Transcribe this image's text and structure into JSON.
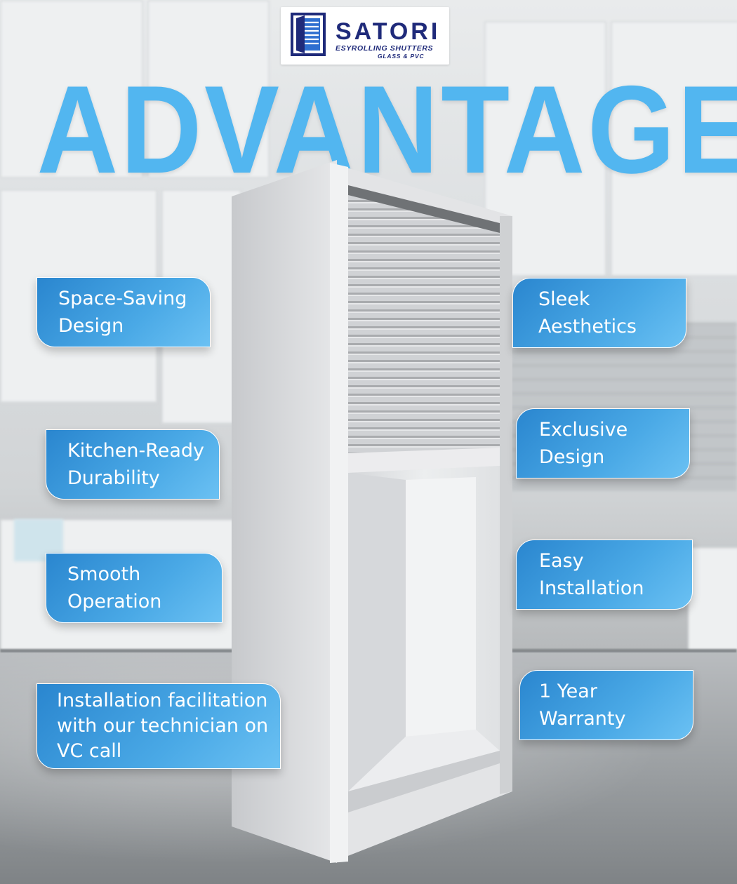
{
  "logo": {
    "name": "SATORI",
    "tagline": "ESYROLLING SHUTTERS",
    "sub": "GLASS & PVC",
    "icon": "shutter-logo-icon"
  },
  "headline": "ADVANTAGES",
  "features_left": [
    {
      "label": "Space-Saving\nDesign"
    },
    {
      "label": "Kitchen-Ready\nDurability"
    },
    {
      "label": "Smooth\nOperation"
    },
    {
      "label": "Installation facilitation\nwith our technician on\nVC call"
    }
  ],
  "features_right": [
    {
      "label": "Sleek\nAesthetics"
    },
    {
      "label": "Exclusive\nDesign"
    },
    {
      "label": "Easy\nInstallation"
    },
    {
      "label": "1 Year\nWarranty"
    }
  ],
  "colors": {
    "headline": "#52b6f0",
    "box_dark": "#2a86cf",
    "box_light": "#6bc1f3",
    "logo_navy": "#1f2a7a"
  }
}
